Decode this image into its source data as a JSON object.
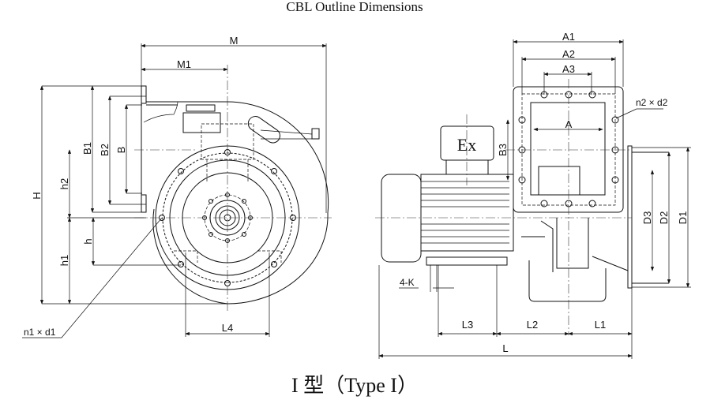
{
  "title": "CBL Outline Dimensions",
  "caption": "I 型（Type I）",
  "front_view": {
    "dimensions": [
      "M",
      "M1",
      "H",
      "B1",
      "B2",
      "B",
      "h2",
      "h1",
      "h",
      "L4"
    ],
    "callout": "n1 × d1"
  },
  "side_view": {
    "dimensions": [
      "A1",
      "A2",
      "A3",
      "A",
      "B3",
      "D3",
      "D2",
      "D1",
      "L3",
      "L2",
      "L1",
      "L"
    ],
    "callouts": [
      "n2 × d2",
      "4-K"
    ],
    "motor_marking": "Ex"
  }
}
